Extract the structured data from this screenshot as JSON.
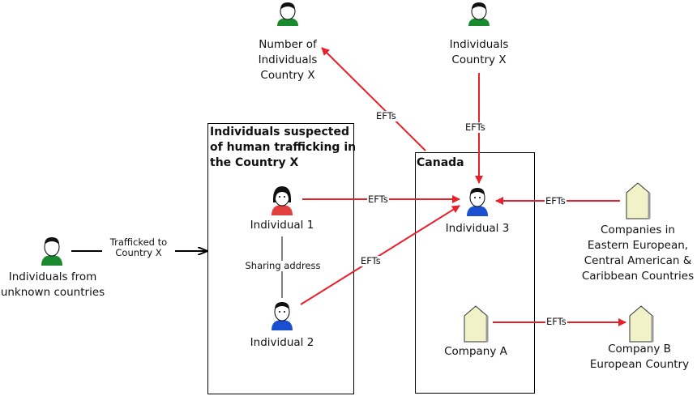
{
  "groups": {
    "suspects_title": "Individuals suspected\nof human trafficking in\nthe Country X",
    "canada_title": "Canada"
  },
  "nodes": {
    "number_individuals": "Number of\nIndividuals\nCountry X",
    "individuals_country_x": "Individuals\nCountry X",
    "individual_1": "Individual 1",
    "individual_2": "Individual 2",
    "individual_3": "Individual 3",
    "unknown_individuals": "Individuals from\nunknown countries",
    "companies_eastern": "Companies in\nEastern European,\nCentral American &\nCaribbean Countries",
    "company_a": "Company A",
    "company_b": "Company B\nEuropean Country"
  },
  "edges": {
    "efts": "EFTs",
    "trafficked": "Trafficked to\nCountry X",
    "sharing": "Sharing address"
  },
  "colors": {
    "arrow_red": "#e8202a",
    "person_green": "#1a8a2e",
    "person_red": "#e04040",
    "person_blue": "#1a4fd0",
    "company_fill": "#f2f2c8"
  }
}
